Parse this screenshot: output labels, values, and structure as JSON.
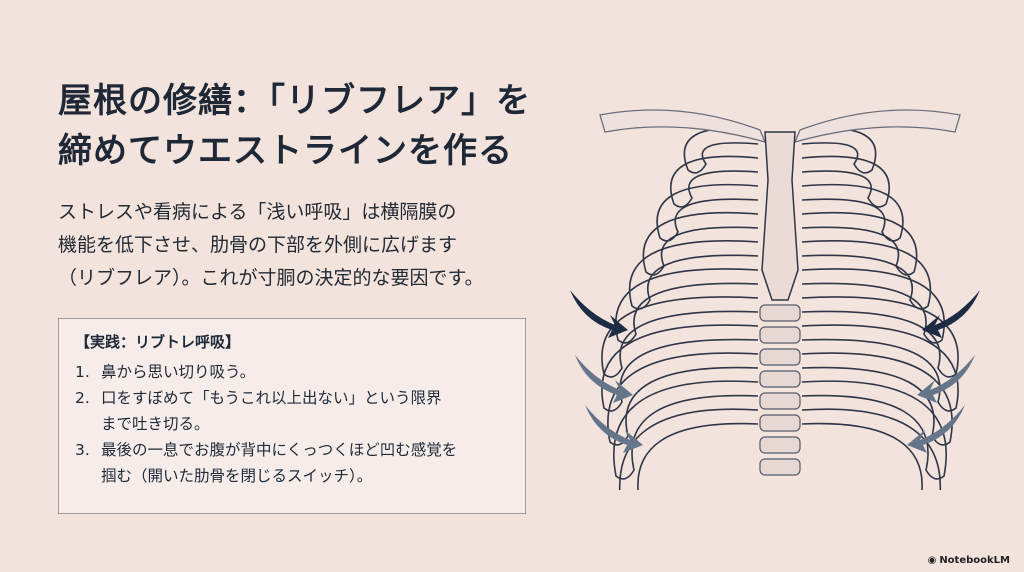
{
  "slide": {
    "title_lines": [
      "屋根の修繕：「リブフレア」を",
      "締めてウエストラインを作る"
    ],
    "body_lines": [
      "ストレスや看病による「浅い呼吸」は横隔膜の",
      "機能を低下させ、肋骨の下部を外側に広げます",
      "（リブフレア）。これが寸胴の決定的な要因です。"
    ],
    "practice": {
      "heading": "【実践：リブトレ呼吸】",
      "steps": [
        {
          "num": "1.",
          "lines": [
            "鼻から思い切り吸う。"
          ]
        },
        {
          "num": "2.",
          "lines": [
            "口をすぼめて「もうこれ以上出ない」という限界",
            "まで吐き切る。"
          ]
        },
        {
          "num": "3.",
          "lines": [
            "最後の一息でお腹が背中にくっつくほど凹む感覚を",
            "掴む（開いた肋骨を閉じるスイッチ）。"
          ]
        }
      ]
    },
    "brand": "NotebookLM",
    "colors": {
      "background": "#f3e3dd",
      "text": "#1e2836",
      "arrow_dark": "#1d2b44",
      "arrow_light": "#66768a"
    }
  }
}
